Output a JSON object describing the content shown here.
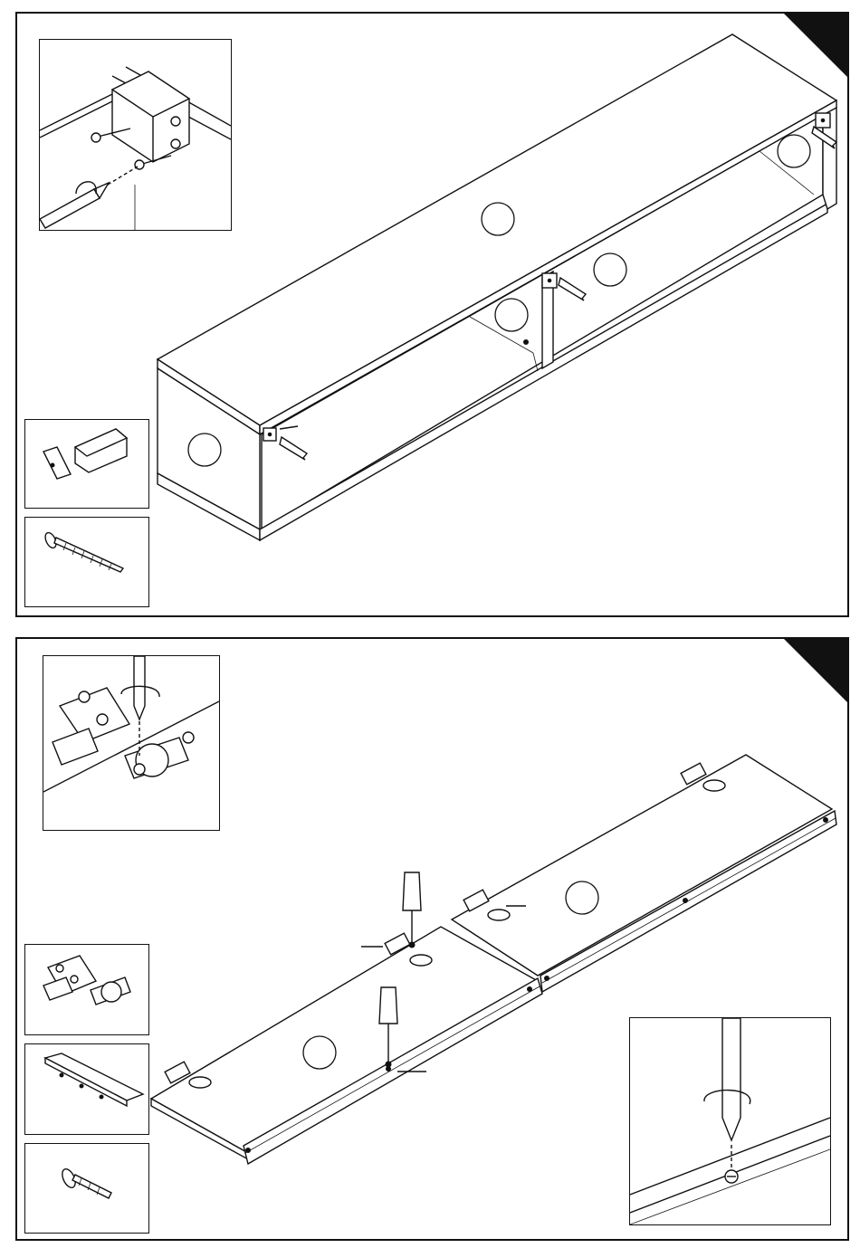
{
  "step_top": {
    "part_circles": 6,
    "call_outs": 3
  },
  "step_bottom": {
    "part_circles": 2,
    "call_outs": 3
  },
  "colors": {
    "line": "#111111",
    "paper": "#ffffff",
    "corner": "#111111"
  },
  "icons": [
    "connector-bracket-icon",
    "wood-screw-icon",
    "hinge-icon",
    "rail-strip-icon",
    "short-screw-icon",
    "screwdriver-icon",
    "rotate-arrow-icon"
  ]
}
